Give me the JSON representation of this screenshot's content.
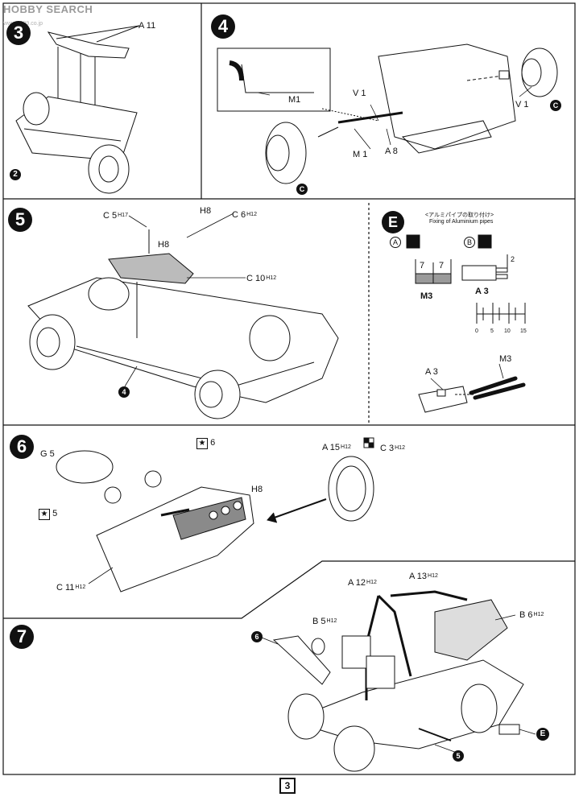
{
  "watermark": {
    "brand": "HOBBY SEARCH",
    "site": "www.1999.co.jp"
  },
  "steps": {
    "s3": {
      "number": "3",
      "part_a11": "A 11"
    },
    "s4": {
      "number": "4",
      "m1_top": "M1",
      "v1_left": "V 1",
      "v1_right": "V 1",
      "m1_bottom": "M 1",
      "a8": "A 8",
      "marker_c1": "C",
      "marker_c2": "C"
    },
    "s5": {
      "number": "5",
      "c5": "C 5",
      "c5_sup": "H17",
      "h8_top": "H8",
      "h8_mid": "H8",
      "c6": "C 6",
      "c6_sup": "H12",
      "c10": "C 10",
      "c10_sup": "H12",
      "ref4": "4"
    },
    "sE": {
      "letter": "E",
      "title_jp": "<アルミパイプの取り付け>",
      "title_en": "Fixing of Aluminium pipes",
      "opt_a": "A",
      "opt_b": "B",
      "dim1": "7",
      "dim2": "7",
      "dim3": "2",
      "m3": "M3",
      "a3": "A 3",
      "scale": [
        "0",
        "5",
        "10",
        "15"
      ],
      "a3_bottom": "A 3",
      "m3_bottom": "M3"
    },
    "s6": {
      "number": "6",
      "g5": "G 5",
      "star6": "6",
      "star5": "5",
      "a15": "A 15",
      "a15_sup": "H12",
      "c3": "C 3",
      "c3_sup": "H12",
      "h8": "H8",
      "c11": "C 11",
      "c11_sup": "H12"
    },
    "s7": {
      "number": "7",
      "a13": "A 13",
      "a13_sup": "H12",
      "a12": "A 12",
      "a12_sup": "H12",
      "b5": "B 5",
      "b5_sup": "H12",
      "b6": "B 6",
      "b6_sup": "H12",
      "ref6": "6",
      "ref5": "5",
      "refE": "E"
    }
  },
  "page_number": "3"
}
